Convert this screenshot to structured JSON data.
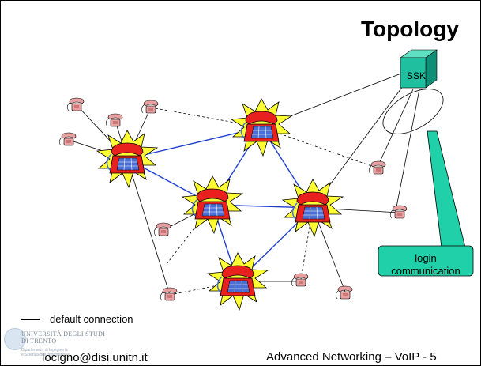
{
  "slide": {
    "title": "Topology",
    "ssk_label": "SSK",
    "callout_line1": "login",
    "callout_line2": "communication",
    "legend_label": "default connection",
    "footer_email": "locigno@disi.unitn.it",
    "footer_course": "Advanced Networking – VoIP - 5",
    "footer_page_fragment": "05",
    "logo_line1": "UNIVERSITÀ DEGLI STUDI",
    "logo_line2": "DI TRENTO",
    "logo_line3": "Dipartimento di Ingegneria",
    "logo_line4": "e Scienza dell'Informazione"
  },
  "colors": {
    "supernode_fill": "#e8201e",
    "burst_fill": "#ffff33",
    "keypad_fill": "#4a6fd6",
    "client_fill": "#e8a0a0",
    "ssk_fill": "#1fbf9f",
    "callout_fill": "#20d0a8",
    "blue_link": "#2040d0"
  }
}
